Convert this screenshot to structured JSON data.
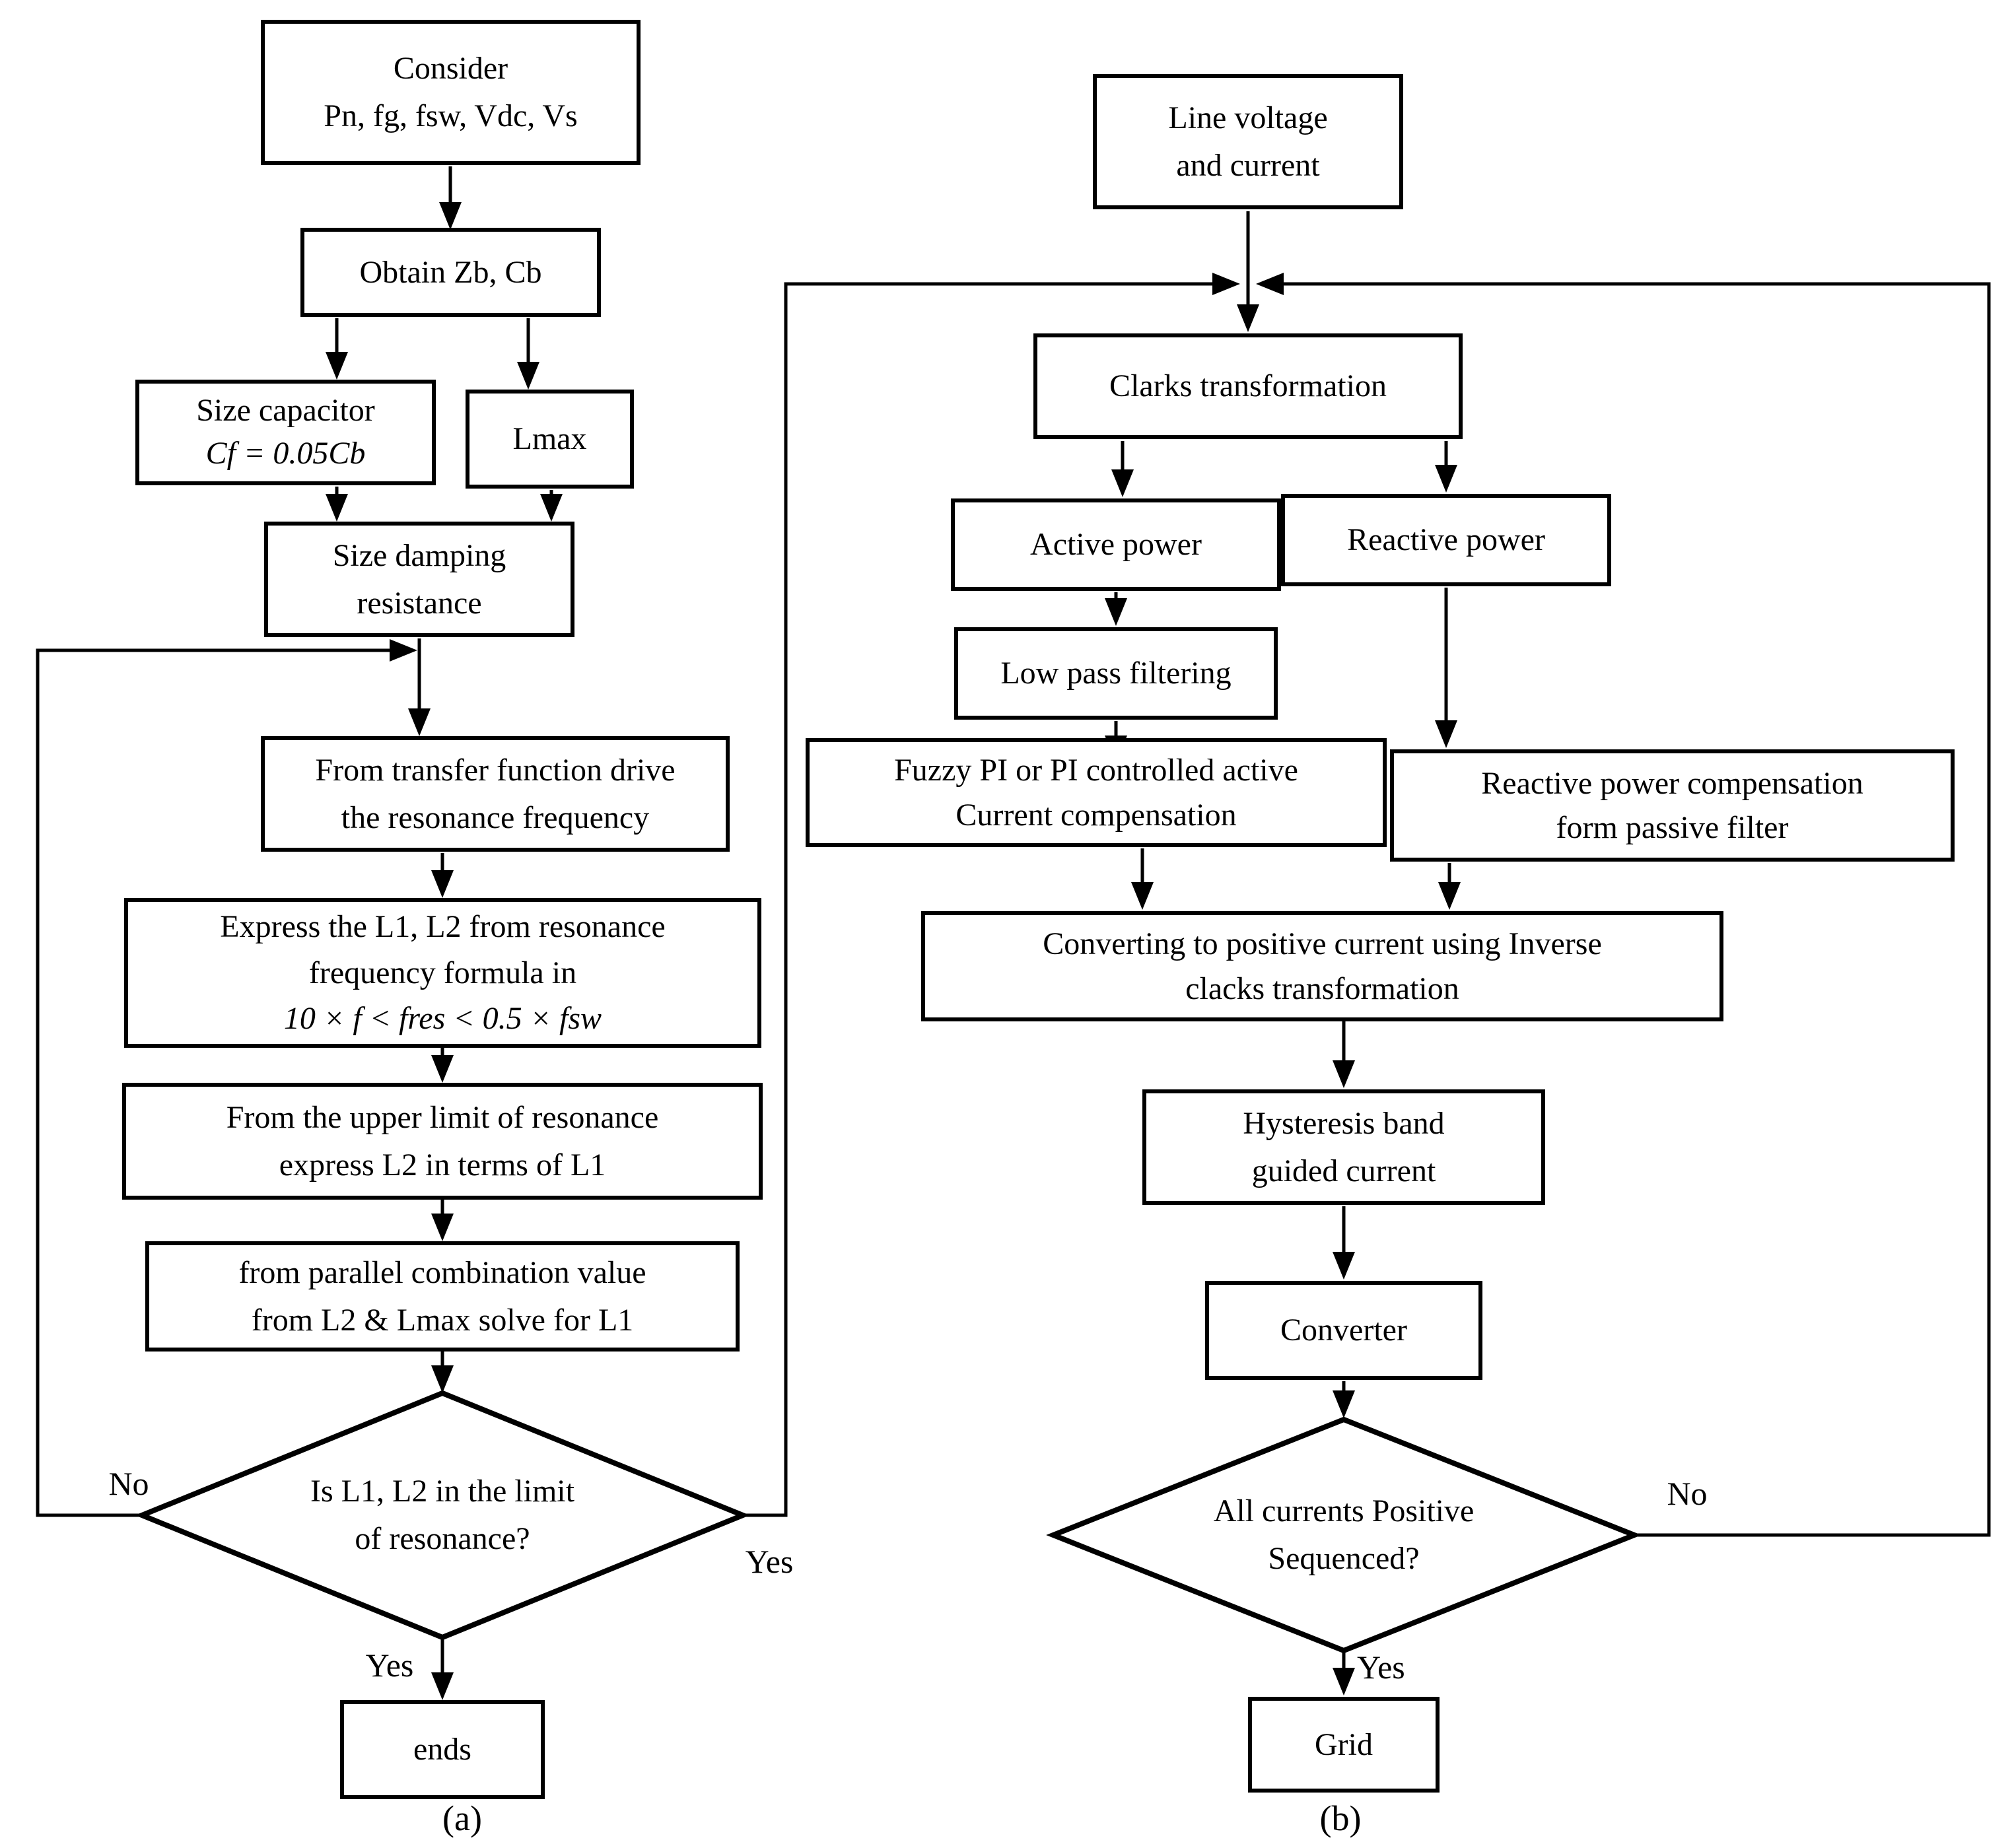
{
  "colors": {
    "background": "#ffffff",
    "line": "#000000"
  },
  "panel_a": {
    "caption": "(a)",
    "nodes": {
      "consider": {
        "line1": "Consider",
        "line2": "Pn, fg, fsw, Vdc, Vs"
      },
      "obtain": {
        "line1": "Obtain Zb, Cb"
      },
      "size_capacitor": {
        "line1": "Size capacitor",
        "line2": "Cf = 0.05Cb"
      },
      "lmax": {
        "line1": "Lmax"
      },
      "size_damping": {
        "line1": "Size damping",
        "line2": "resistance"
      },
      "transfer_function": {
        "line1": "From transfer function drive",
        "line2": "the resonance frequency"
      },
      "express": {
        "line1": "Express the L1, L2 from resonance",
        "line2": "frequency formula in",
        "line3": "10 × f < fres < 0.5 × fsw"
      },
      "upper_limit": {
        "line1": "From the upper limit of resonance",
        "line2": "express L2 in terms of L1"
      },
      "parallel_combination": {
        "line1": "from parallel combination value",
        "line2": "from L2 & Lmax solve for L1"
      },
      "decision": {
        "line1": "Is L1, L2 in the limit",
        "line2": "of resonance?"
      },
      "ends": {
        "line1": "ends"
      }
    },
    "labels": {
      "no": "No",
      "yes_right": "Yes",
      "yes_down": "Yes"
    }
  },
  "panel_b": {
    "caption": "(b)",
    "nodes": {
      "line_voltage": {
        "line1": "Line voltage",
        "line2": "and current"
      },
      "clarks": {
        "line1": "Clarks transformation"
      },
      "active_power": {
        "line1": "Active power"
      },
      "reactive_power": {
        "line1": "Reactive power"
      },
      "low_pass": {
        "line1": "Low pass filtering"
      },
      "fuzzy_pi": {
        "line1": "Fuzzy PI or PI controlled active",
        "line2": "Current compensation"
      },
      "reactive_comp": {
        "line1": "Reactive power compensation",
        "line2": "form passive filter"
      },
      "converting": {
        "line1": "Converting to positive current using Inverse",
        "line2": "clacks transformation"
      },
      "hysteresis": {
        "line1": "Hysteresis band",
        "line2": "guided current"
      },
      "converter": {
        "line1": "Converter"
      },
      "decision": {
        "line1": "All currents Positive",
        "line2": "Sequenced?"
      },
      "grid": {
        "line1": "Grid"
      }
    },
    "labels": {
      "no": "No",
      "yes": "Yes"
    }
  }
}
